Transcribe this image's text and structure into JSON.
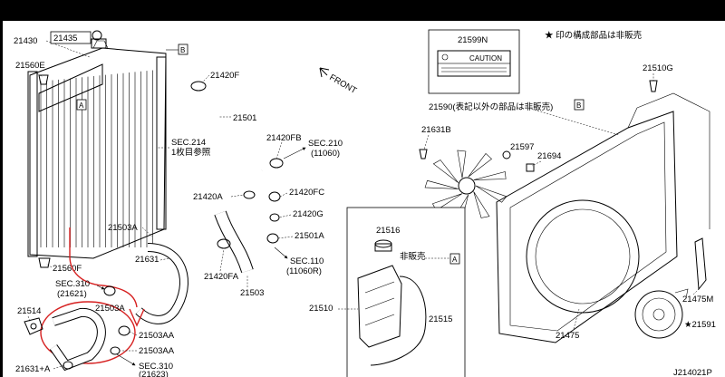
{
  "note": "★ 印の構成部品は非販売",
  "bottom_code": "J214021P",
  "label_box_number": "21599N",
  "caution_text": "CAUTION",
  "front_label": "FRONT",
  "labels": {
    "l21430": "21430",
    "l21435": "21435",
    "l21560E": "21560E",
    "l21420F": "21420F",
    "l21501": "21501",
    "secA214": "SEC.214",
    "secA214b": "1枚目参照",
    "l21420FB": "21420FB",
    "sec210": "SEC.210",
    "sec210b": "(11060)",
    "l21420A": "21420A",
    "l21420FC": "21420FC",
    "l21420G": "21420G",
    "l21503A_1": "21503A",
    "l21501A": "21501A",
    "l21631": "21631",
    "l21420FA": "21420FA",
    "sec110": "SEC.110",
    "sec110b": "(11060R)",
    "l21560F": "21560F",
    "l21503": "21503",
    "sec310a": "SEC.310",
    "sec310ab": "(21621)",
    "l21503A_2": "21503A",
    "l21514": "21514",
    "l21503AA_1": "21503AA",
    "l21503AA_2": "21503AA",
    "l21631A": "21631+A",
    "sec310b": "SEC.310",
    "sec310bb": "(21623)",
    "l21590": "21590(表記以外の部品は非販売)",
    "l21631B": "21631B",
    "l21597": "21597",
    "l21694": "21694",
    "l21510G": "21510G",
    "l21516": "21516",
    "l21510": "21510",
    "hihanbai": "非販売",
    "l21515": "21515",
    "l21475": "21475",
    "l21475M": "21475M",
    "l21591": "★21591",
    "ref_a1": "A",
    "ref_a2": "A",
    "ref_b1": "B",
    "ref_b2": "B"
  }
}
